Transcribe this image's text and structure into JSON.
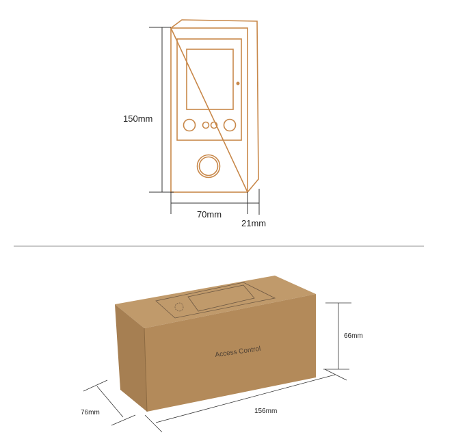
{
  "device_drawing": {
    "height_label": "150mm",
    "width_label": "70mm",
    "depth_label": "21mm",
    "line_color": "#c8884a"
  },
  "package_photo": {
    "box_print": "Access Control",
    "height_label": "66mm",
    "length_label": "156mm",
    "width_label": "76mm",
    "box_color": "#b38a5a"
  }
}
